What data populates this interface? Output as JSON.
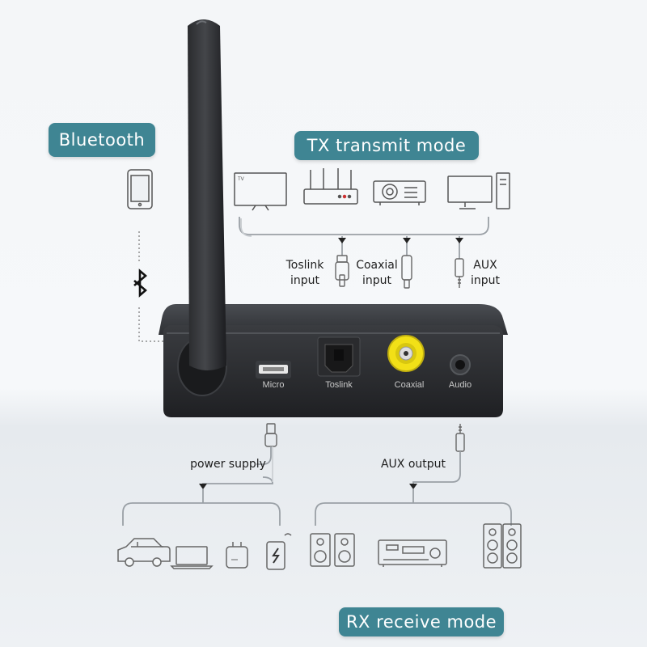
{
  "labels": {
    "bluetooth": "Bluetooth",
    "tx_mode": "TX transmit mode",
    "rx_mode": "RX receive mode",
    "toslink_input": "Toslink\ninput",
    "coaxial_input": "Coaxial\ninput",
    "aux_input": "AUX\ninput",
    "power_supply": "power supply",
    "aux_output": "AUX output"
  },
  "ports": {
    "micro": "Micro",
    "toslink": "Toslink",
    "coaxial": "Coaxial",
    "audio": "Audio"
  },
  "devices": {
    "tv_text": "TV"
  },
  "colors": {
    "accent": "#3f8593",
    "device_body": "#2b2d30",
    "coaxial_port": "#f2e017"
  },
  "icons": {
    "tx_sources": [
      "tv-icon",
      "router-icon",
      "projector-icon",
      "pc-monitor-icon"
    ],
    "power_sources": [
      "car-icon",
      "laptop-icon",
      "charger-icon",
      "power-bank-icon"
    ],
    "rx_outputs": [
      "bookshelf-speakers-icon",
      "av-receiver-icon",
      "floor-speakers-icon"
    ]
  }
}
